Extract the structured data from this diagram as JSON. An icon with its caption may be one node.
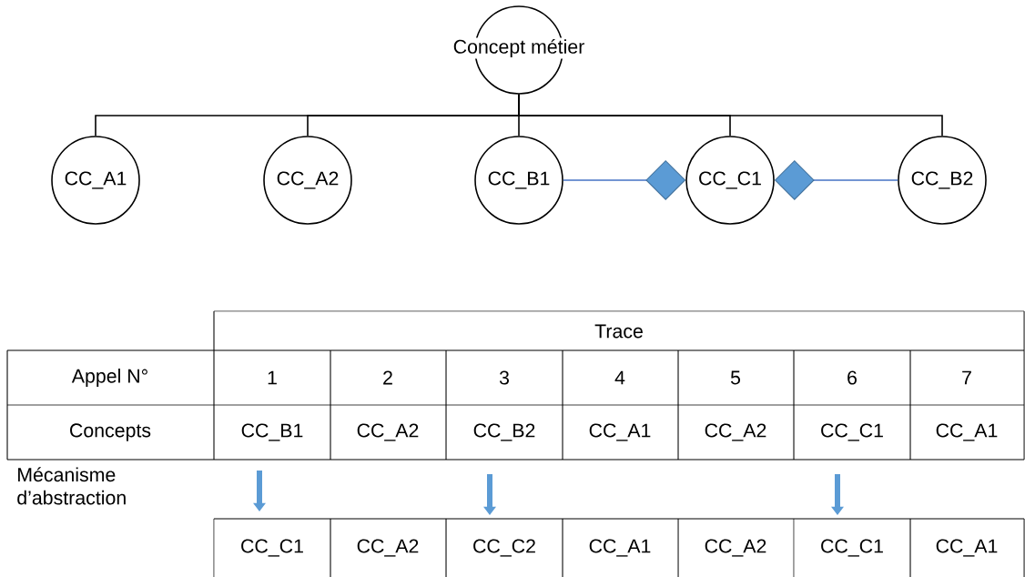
{
  "diagram": {
    "nodes": [
      {
        "text": [
          "Concept métier"
        ]
      },
      {
        "text": [
          "CC_A1"
        ]
      },
      {
        "text": [
          "CC_A2"
        ]
      },
      {
        "text": [
          "CC_B1"
        ]
      },
      {
        "text": [
          "CC_C1"
        ]
      },
      {
        "text": [
          "CC_B2"
        ]
      }
    ],
    "edges": [
      {
        "from": 0,
        "to": 1,
        "arrow": "none"
      },
      {
        "from": 0,
        "to": 2,
        "arrow": "none"
      },
      {
        "from": 0,
        "to": 3,
        "arrow": "none"
      },
      {
        "from": 0,
        "to": 4,
        "arrow": "none"
      },
      {
        "from": 0,
        "to": 5,
        "arrow": "none"
      },
      {
        "from": 3,
        "to": 4,
        "arrow": "other",
        "color": "#4472c4"
      },
      {
        "from": 5,
        "to": 4,
        "arrow": "other",
        "color": "#4472c4"
      }
    ],
    "labels": [
      "Trace",
      "Appel N°",
      "1",
      "2",
      "3",
      "4",
      "5",
      "6",
      "7",
      "Concepts",
      "CC_B1",
      "CC_A2",
      "CC_B2",
      "CC_A1",
      "CC_A2",
      "CC_C1",
      "CC_A1",
      "Mécanisme d’abstraction",
      "CC_C1",
      "CC_A2",
      "CC_C2",
      "CC_A1",
      "CC_A2",
      "CC_C1",
      "CC_A1"
    ]
  }
}
